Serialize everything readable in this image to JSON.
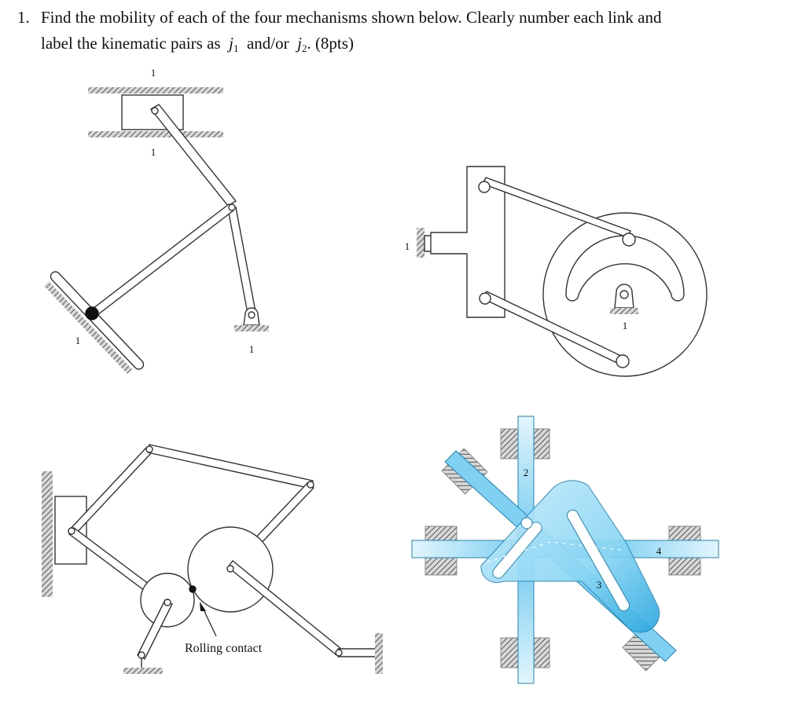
{
  "question": {
    "number": "1.",
    "line1": "Find the mobility of each of the four mechanisms shown below. Clearly number each link and",
    "line2_start": "label the kinematic pairs as",
    "pair1_letter": "j",
    "pair1_sub": "1",
    "connector": "and/or",
    "pair2_letter": "j",
    "pair2_sub": "2",
    "line2_end": ". (8pts)"
  },
  "figures": {
    "fig1": {
      "labels": [
        "1",
        "1",
        "1",
        "1"
      ]
    },
    "fig2": {
      "labels": [
        "1",
        "1"
      ]
    },
    "fig3": {
      "rolling_contact": "Rolling contact"
    },
    "fig4": {
      "labels": [
        "2",
        "3",
        "4"
      ]
    }
  },
  "colors": {
    "link_fill": "#ffffff",
    "link_stroke": "#333333",
    "hatch": "#555555",
    "blue_light": "#bfe8f8",
    "blue_mid": "#6cc8ee",
    "blue_dark": "#2aa7df"
  }
}
